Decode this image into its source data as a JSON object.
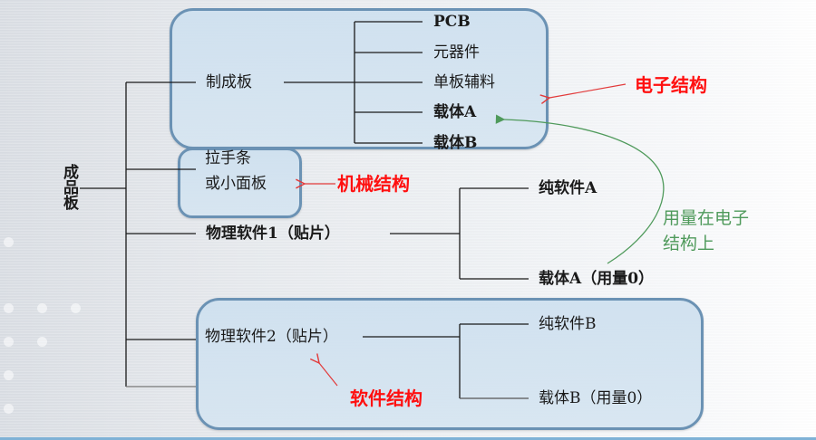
{
  "diagram": {
    "root": {
      "label": "成品板"
    },
    "branches": [
      {
        "label": "制成板",
        "group": "electronic",
        "children": [
          "PCB",
          "元器件",
          "单板辅料",
          "载体A",
          "载体B"
        ]
      },
      {
        "label_lines": [
          "拉手条",
          "或小面板"
        ],
        "group": "mechanical"
      },
      {
        "label": "物理软件1（贴片）",
        "children": [
          "纯软件A",
          "载体A（用量0）"
        ]
      },
      {
        "label": "物理软件2（贴片）",
        "group": "software",
        "children": [
          "纯软件B",
          "载体B（用量0）"
        ]
      }
    ],
    "annotations": {
      "electronic": "电子结构",
      "mechanical": "机械结构",
      "software": "软件结构",
      "usage_note_lines": [
        "用量在电子",
        "结构上"
      ]
    },
    "colors": {
      "annotation_red": "#ff1010",
      "annotation_green": "#4f9a5b",
      "box_border": "#6b92b4",
      "box_fill": "#d2e3f0",
      "line": "#1a1a1a"
    }
  }
}
